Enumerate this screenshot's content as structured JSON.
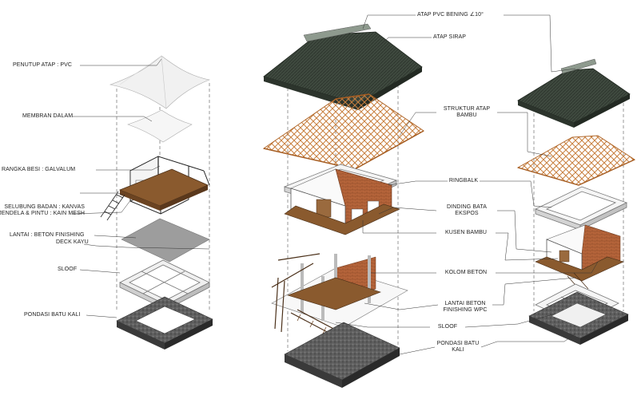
{
  "labels": {
    "penutup_atap": "PENUTUP ATAP : PVC",
    "membran_dalam": "MEMBRAN DALAM",
    "rangka_besi": "RANGKA BESI : GALVALUM",
    "selubung_1": "SELUBUNG BADAN : KANVAS",
    "selubung_2": "JENDELA & PINTU : KAIN MESH",
    "lantai_1": "LANTAI : BETON FINISHING",
    "lantai_2": "DECK KAYU",
    "sloof_left": "SLOOF",
    "pondasi_left": "PONDASI BATU KALI",
    "atap_pvc": "ATAP PVC BENING ∠10°",
    "atap_sirap": "ATAP SIRAP",
    "struktur_1": "STRUKTUR ATAP",
    "struktur_2": "BAMBU",
    "ringbalk": "RINGBALK",
    "dinding_1": "DINDING BATA",
    "dinding_2": "EKSPOS",
    "kusen": "KUSEN BAMBU",
    "kolom": "KOLOM BETON",
    "lantai_beton_1": "LANTAI BETON",
    "lantai_beton_2": "FINISHING WPC",
    "sloof_center": "SLOOF",
    "pondasi_c1": "PONDASI BATU",
    "pondasi_c2": "KALI"
  },
  "colors": {
    "roof": "#3f4a3f",
    "roof_dark": "#2c342c",
    "timber": "#c8803f",
    "brick": "#b5643a",
    "concrete": "#d9d9d9",
    "stone": "#5a5a5a",
    "deck": "#8a5a2e",
    "line": "#333333"
  }
}
